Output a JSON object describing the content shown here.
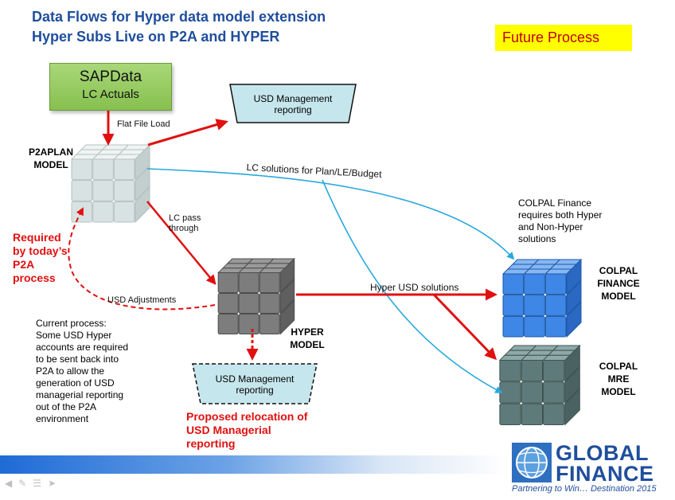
{
  "header": {
    "title_line1": "Data Flows for Hyper data model extension",
    "title_line2": "Hyper Subs Live on P2A and HYPER",
    "badge": "Future Process"
  },
  "nodes": {
    "sapdata": {
      "line1": "SAPData",
      "line2": "LC Actuals"
    },
    "p2aplan_label": [
      "P2APLAN",
      "MODEL"
    ],
    "hyper_label": [
      "HYPER",
      "MODEL"
    ],
    "colpal_finance_label": [
      "COLPAL",
      "FINANCE",
      "MODEL"
    ],
    "colpal_mre_label": [
      "COLPAL",
      "MRE",
      "MODEL"
    ],
    "usd_report_top": [
      "USD Management",
      "reporting"
    ],
    "usd_report_bottom": [
      "USD Management",
      "reporting"
    ]
  },
  "flows": {
    "flat_file_load": "Flat File Load",
    "lc_solutions": "LC solutions for  Plan/LE/Budget",
    "lc_pass_through": [
      "LC pass",
      "through"
    ],
    "usd_adjustments": "USD Adjustments",
    "hyper_usd_solutions": "Hyper USD solutions"
  },
  "annotations": {
    "required": [
      "Required",
      "by today’s",
      "P2A",
      "process"
    ],
    "colpal_note": [
      "COLPAL Finance",
      "requires both Hyper",
      "and Non-Hyper",
      "solutions"
    ],
    "current_process": [
      "Current process:",
      "Some USD Hyper",
      "accounts are required",
      "to be sent back into",
      "P2A to allow the",
      "generation of USD",
      "managerial reporting",
      "out of the P2A",
      "environment"
    ],
    "proposed": [
      "Proposed relocation of",
      "USD Managerial",
      "reporting"
    ]
  },
  "footer": {
    "logo_line1": "GLOBAL",
    "logo_line2": "FINANCE",
    "tagline": "Partnering to Win… Destination 2015"
  },
  "colors": {
    "title_blue": "#1f4e9c",
    "red_arrow": "#e01010",
    "blue_arrow": "#29a8dc",
    "badge_yellow": "#ffff00"
  }
}
